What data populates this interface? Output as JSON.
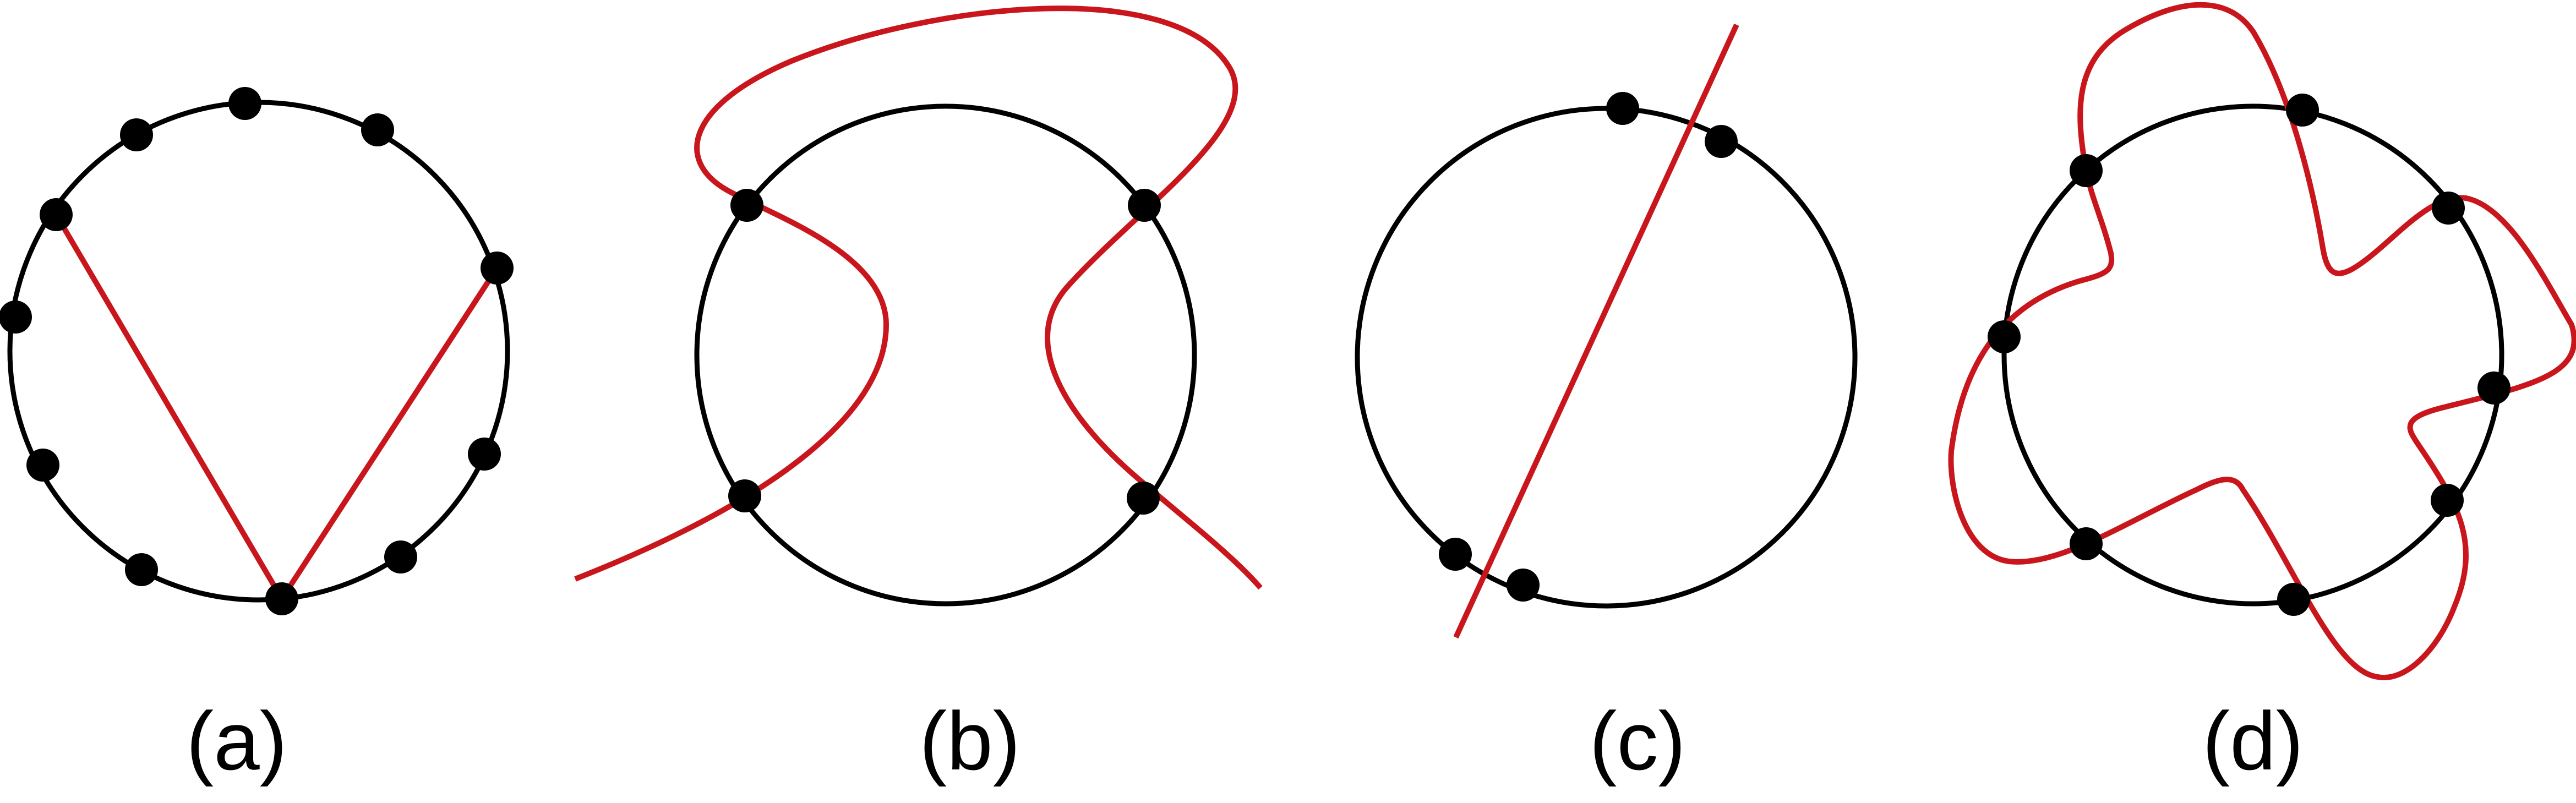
{
  "colors": {
    "circle": "#000000",
    "points": "#000000",
    "curve": "#c8161c",
    "background": "#ffffff"
  },
  "panels": [
    {
      "id": "a",
      "label": "(a)"
    },
    {
      "id": "b",
      "label": "(b)"
    },
    {
      "id": "c",
      "label": "(c)"
    },
    {
      "id": "d",
      "label": "(d)"
    }
  ]
}
